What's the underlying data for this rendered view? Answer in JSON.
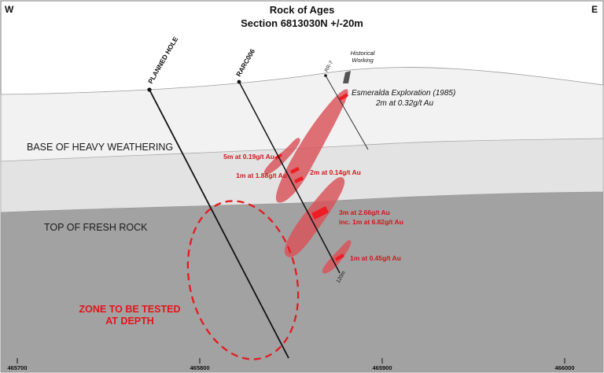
{
  "title": {
    "line1": "Rock of Ages",
    "line2": "Section 6813030N +/-20m"
  },
  "directions": {
    "west": "W",
    "east": "E"
  },
  "zones": {
    "weathering": "BASE OF HEAVY WEATHERING",
    "fresh_rock": "TOP OF FRESH ROCK"
  },
  "holes": {
    "planned": "PLANNED HOLE",
    "rarc": "RARC006",
    "rr": "RR-7",
    "rarc_depth": "120m"
  },
  "historical": {
    "line1": "Historical",
    "line2": "Working"
  },
  "esmeralda": {
    "line1": "Esmeralda Exploration (1985)",
    "line2": "2m at 0.32g/t Au"
  },
  "intercepts": {
    "i1": "5m at 0.19g/t Au",
    "i2": "1m at 1.88g/t Au",
    "i3": "2m at 0.14g/t Au",
    "i4_line1": "3m at 2.66g/t Au",
    "i4_line2": "inc. 1m at 6.82g/t Au",
    "i5": "1m at 0.45g/t Au"
  },
  "target": {
    "line1": "ZONE TO BE TESTED",
    "line2": "AT DEPTH"
  },
  "eastings": [
    "465700",
    "465800",
    "465900",
    "466000"
  ],
  "colors": {
    "surface_layer": "#f2f2f2",
    "weathered_layer": "#e3e3e3",
    "fresh_rock": "#a2a2a2",
    "mineralisation": "#d9535a",
    "intercept": "#ee1c24",
    "target_outline": "#e41b1f"
  }
}
